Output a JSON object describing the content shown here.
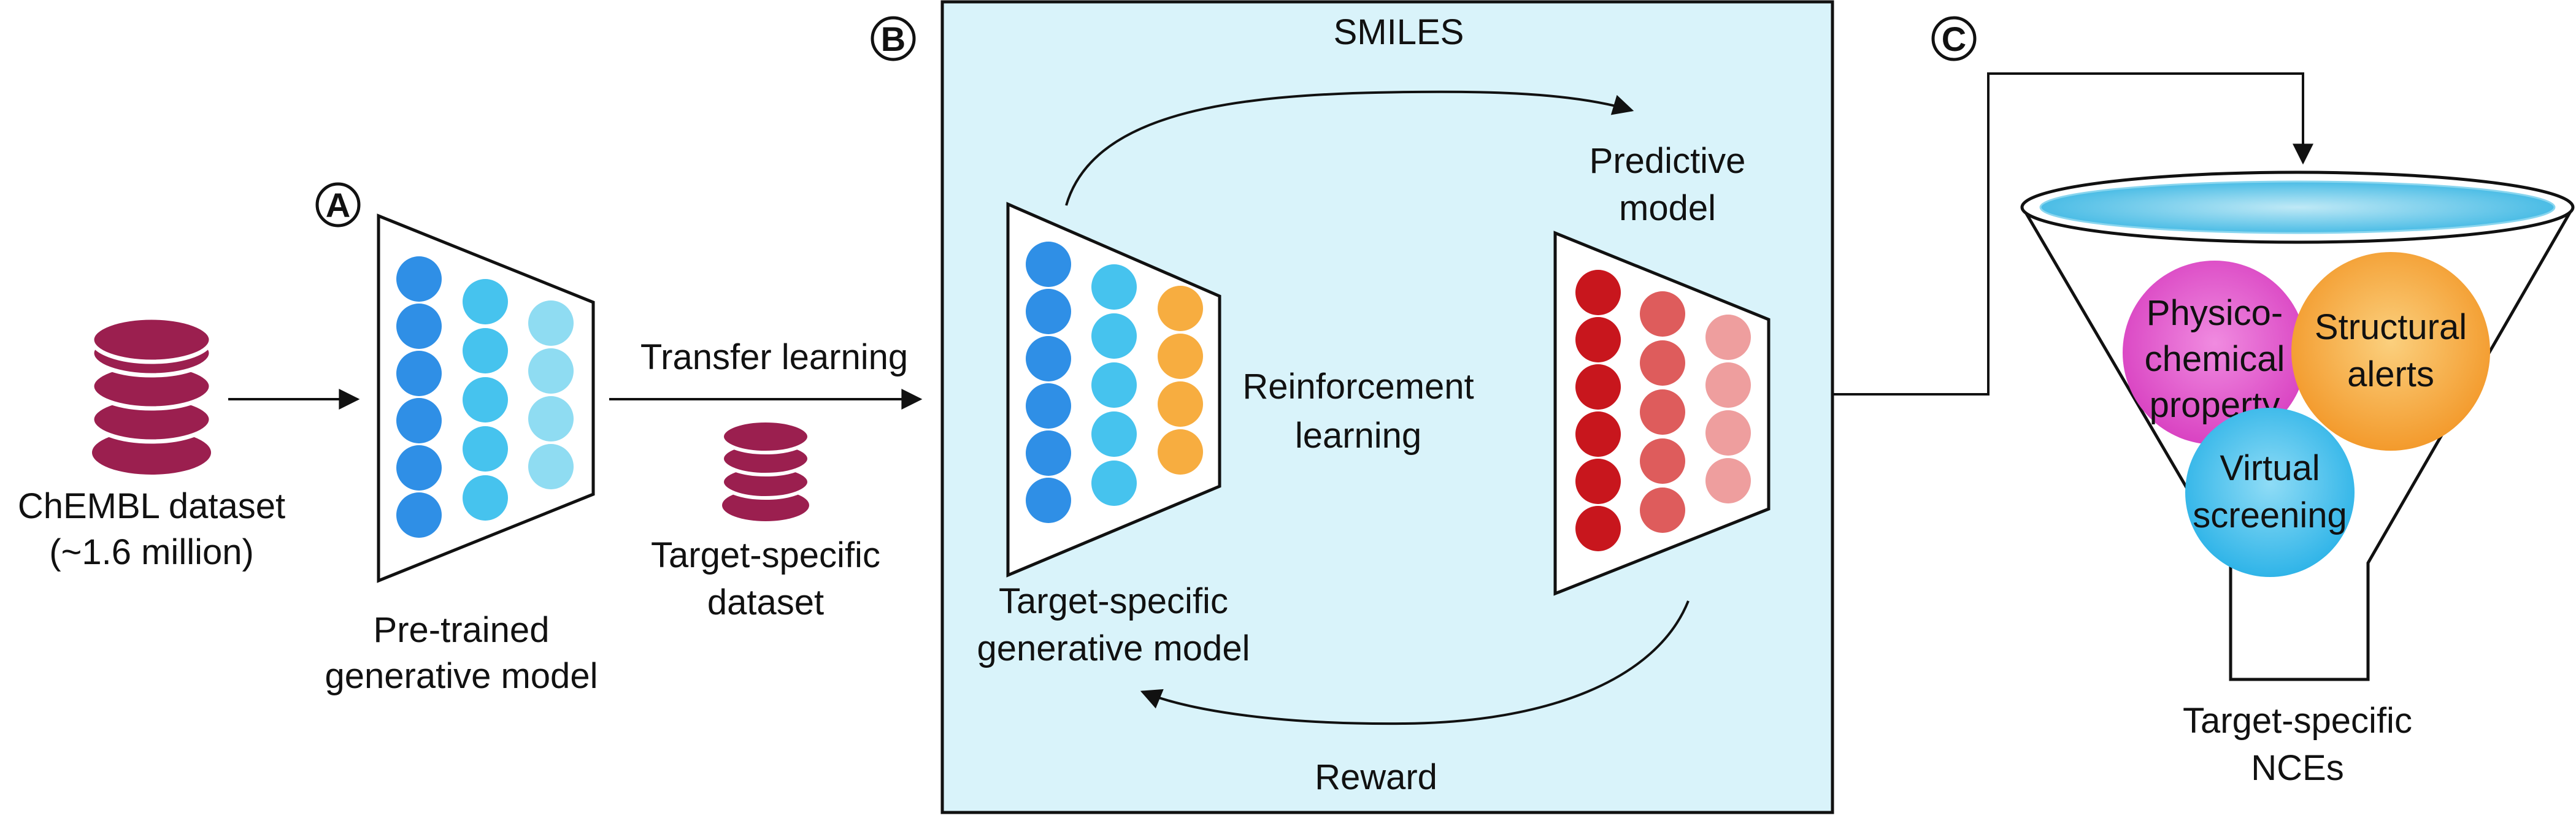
{
  "colors": {
    "db": "#9b1f4f",
    "panel_fill": "#d9f3fa",
    "blue_dark": "#2f8fe6",
    "blue_mid": "#46c3ee",
    "blue_light": "#8fdcf2",
    "orange": "#f7ad40",
    "red_dark": "#c8161d",
    "red_mid": "#de5c5c",
    "red_light": "#ee9e9e",
    "funnel_top": "#5ec9ea",
    "bubble_magenta": "#e35bcf",
    "bubble_orange": "#f7a83b",
    "bubble_blue": "#45c3ee"
  },
  "icons": {
    "large_database": "database-icon",
    "small_database": "database-icon",
    "funnel": "funnel-icon"
  },
  "section_a": {
    "badge": "A",
    "dataset_line1": "ChEMBL dataset",
    "dataset_line2": "(~1.6 million)",
    "model_line1": "Pre-trained",
    "model_line2": "generative model"
  },
  "transfer": {
    "label": "Transfer learning",
    "dataset_line1": "Target-specific",
    "dataset_line2": "dataset"
  },
  "section_b": {
    "badge": "B",
    "smiles": "SMILES",
    "predictive_line1": "Predictive",
    "predictive_line2": "model",
    "rl_line1": "Reinforcement",
    "rl_line2": "learning",
    "generator_line1": "Target-specific",
    "generator_line2": "generative model",
    "reward": "Reward"
  },
  "section_c": {
    "badge": "C",
    "physchem_line1": "Physico-",
    "physchem_line2": "chemical",
    "physchem_line3": "property",
    "alerts_line1": "Structural",
    "alerts_line2": "alerts",
    "vs_line1": "Virtual",
    "vs_line2": "screening",
    "output_line1": "Target-specific",
    "output_line2": "NCEs"
  }
}
